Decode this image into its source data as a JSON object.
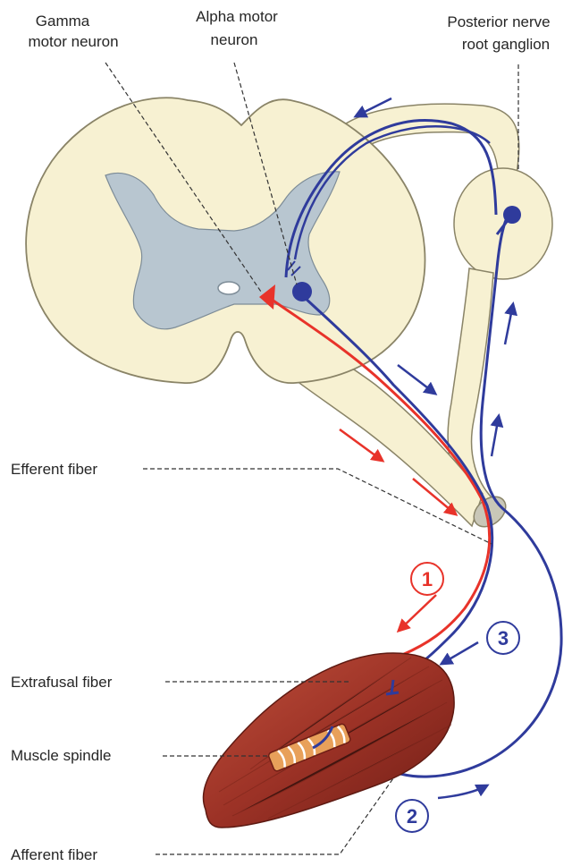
{
  "labels": {
    "gamma_line1": "Gamma",
    "gamma_line2": "motor neuron",
    "alpha_line1": "Alpha motor",
    "alpha_line2": "neuron",
    "ganglion_line1": "Posterior nerve",
    "ganglion_line2": "root ganglion",
    "efferent": "Efferent fiber",
    "extrafusal": "Extrafusal fiber",
    "spindle": "Muscle spindle",
    "afferent": "Afferent fiber"
  },
  "steps": {
    "step1": "1",
    "step2": "2",
    "step3": "3"
  },
  "colors": {
    "efferent": "#e8332a",
    "afferent": "#2f3b9c",
    "cord": "#f7f1d2",
    "grey_matter": "#b8c6d0",
    "muscle": "#a63a2c"
  }
}
